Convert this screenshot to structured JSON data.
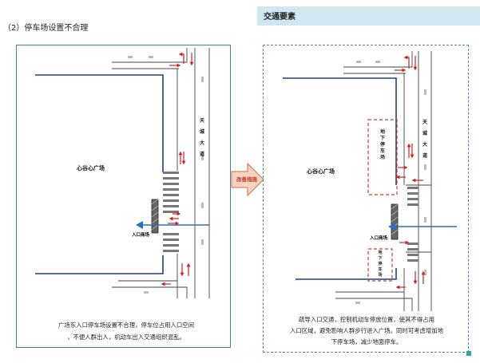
{
  "section_title": "（2）停车场设置不合理",
  "right_header": "交通要素",
  "transition_label": "改善措施",
  "left_panel": {
    "plaza_label": "心谷心广场",
    "road_label": [
      "天",
      "城",
      "大",
      "道"
    ],
    "entrance_label": "入口商场",
    "caption_line1": "广场东入口停车场设置不合理，停车位占用入口空间",
    "caption_line2": "，不便人群出入，机动车出入交通组织混乱。"
  },
  "right_panel": {
    "plaza_label": "心谷心广场",
    "road_label": [
      "天",
      "城",
      "大",
      "道"
    ],
    "entrance_label": "入口商场",
    "parking_top_label": [
      "地",
      "下",
      "停",
      "车",
      "场"
    ],
    "parking_bottom_label": [
      "地",
      "下",
      "停",
      "车",
      "场"
    ],
    "caption_line1": "疏导入口交通，控制机动车停放位置，使其不得占用",
    "caption_line2": "入口区域，避免影响人群步行进入广场。同时可考虑增加地",
    "caption_line3": "下停车场，减少地面停车。"
  },
  "colors": {
    "header_band": "#d2e6f0",
    "panel_border": "#4a7fa0",
    "plaza_line": "#1f3f8a",
    "flow_arrow": "#2a6fc0",
    "red_arrow": "#d02020",
    "parking_dash": "#d63b2b"
  }
}
